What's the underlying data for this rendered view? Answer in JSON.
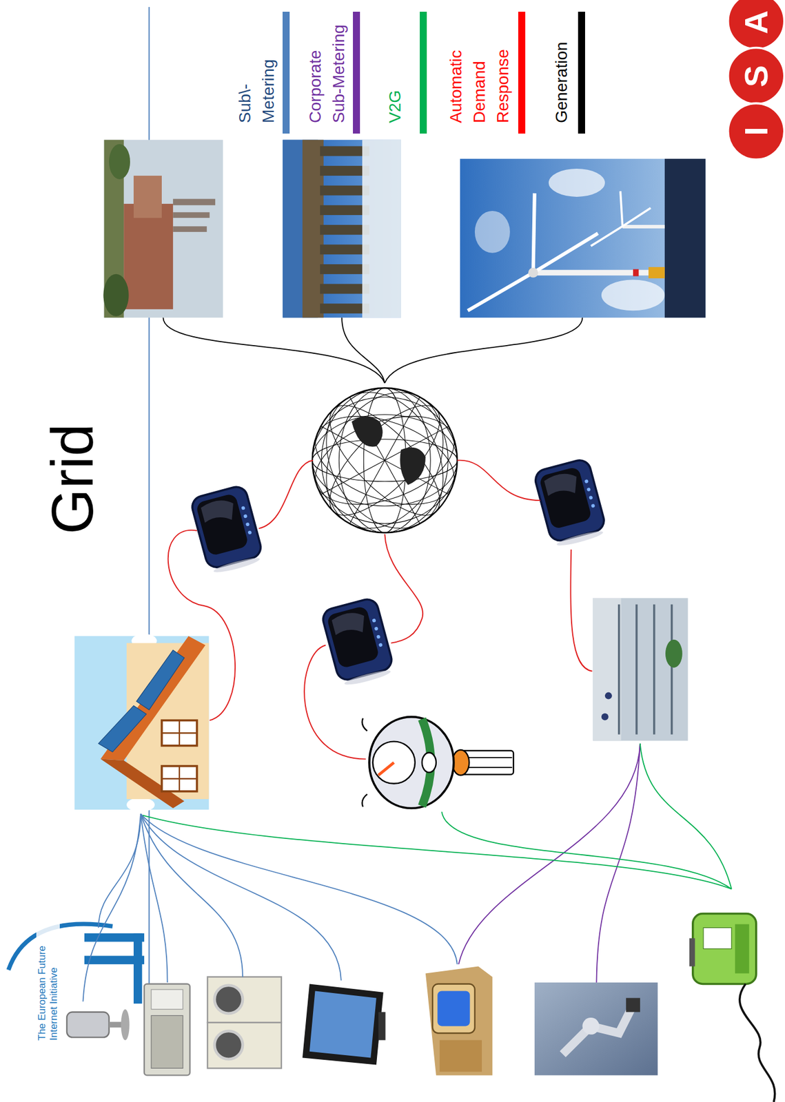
{
  "diagram": {
    "title": "Grid",
    "labels": [
      "I",
      "S",
      "A",
      "The European Future Internet Initiative"
    ],
    "legend": [
      {
        "text": "Sub\\-Metering",
        "color": "#4f81bd"
      },
      {
        "text": "Corporate Sub-Metering",
        "color": "#7030a0"
      },
      {
        "text": "V2G",
        "color": "#00b050"
      },
      {
        "text": "Automatic Demand Response",
        "color": "#ff0000"
      },
      {
        "text": "Generation",
        "color": "#000000"
      }
    ]
  }
}
